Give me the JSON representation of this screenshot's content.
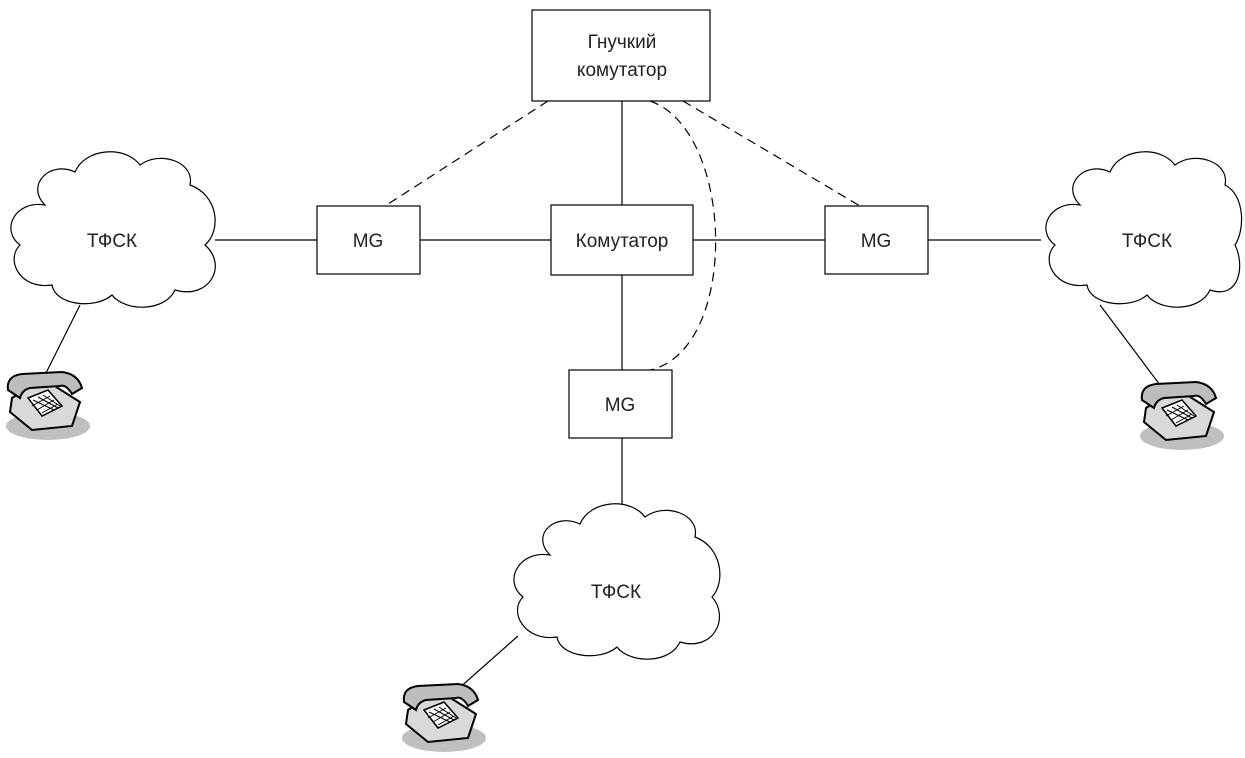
{
  "softswitch": {
    "line1": "Гнучкий",
    "line2": "комутатор"
  },
  "switch": {
    "label": "Комутатор"
  },
  "gateways": {
    "left": "MG",
    "right": "MG",
    "bottom": "MG"
  },
  "networks": {
    "left": "ТФСК",
    "right": "ТФСК",
    "bottom": "ТФСК"
  },
  "colors": {
    "stroke": "#000000",
    "fill": "#ffffff",
    "phone_body": "#d9d9d9",
    "phone_shadow": "#bfbfbf"
  }
}
